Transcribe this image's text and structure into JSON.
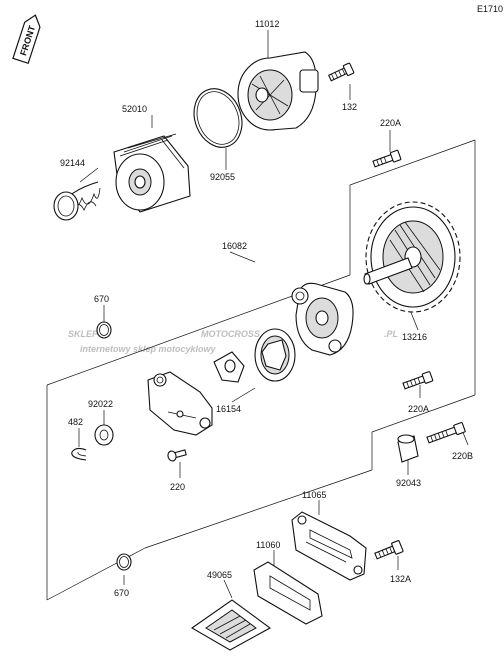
{
  "diagram_code": "E1710",
  "front_label": "FRONT",
  "watermark": {
    "brand_part1": "SKLEP",
    "brand_part2": "MOTOCROSS",
    "brand_suffix": ".PL",
    "tagline": "internetowy sklep motocyklowy"
  },
  "parts": [
    {
      "id": "p-11012",
      "number": "11012"
    },
    {
      "id": "p-132",
      "number": "132"
    },
    {
      "id": "p-52010",
      "number": "52010"
    },
    {
      "id": "p-92055",
      "number": "92055"
    },
    {
      "id": "p-92144",
      "number": "92144"
    },
    {
      "id": "p-220A-top",
      "number": "220A"
    },
    {
      "id": "p-16082",
      "number": "16082"
    },
    {
      "id": "p-670-top",
      "number": "670"
    },
    {
      "id": "p-13216",
      "number": "13216"
    },
    {
      "id": "p-92022",
      "number": "92022"
    },
    {
      "id": "p-16154",
      "number": "16154"
    },
    {
      "id": "p-482",
      "number": "482"
    },
    {
      "id": "p-220A-mid",
      "number": "220A"
    },
    {
      "id": "p-220B",
      "number": "220B"
    },
    {
      "id": "p-220",
      "number": "220"
    },
    {
      "id": "p-92043",
      "number": "92043"
    },
    {
      "id": "p-11065",
      "number": "11065"
    },
    {
      "id": "p-11060",
      "number": "11060"
    },
    {
      "id": "p-132A",
      "number": "132A"
    },
    {
      "id": "p-49065",
      "number": "49065"
    },
    {
      "id": "p-670-bottom",
      "number": "670"
    }
  ]
}
